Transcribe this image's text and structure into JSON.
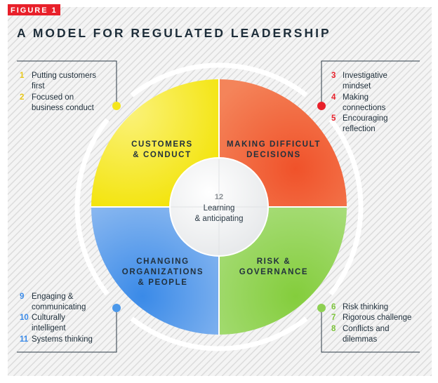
{
  "figure_label": "FIGURE 1",
  "title": "A MODEL FOR REGULATED LEADERSHIP",
  "colors": {
    "yellow": "#f5e61e",
    "red": "#ee4a2a",
    "green": "#8ed052",
    "blue": "#4b98ea",
    "label_red": "#e8202a",
    "dark": "#1e2e3a"
  },
  "quadrants": {
    "customers": [
      "CUSTOMERS",
      "& CONDUCT"
    ],
    "decisions": [
      "MAKING DIFFICULT",
      "DECISIONS"
    ],
    "changing": [
      "CHANGING",
      "ORGANIZATIONS",
      "& PEOPLE"
    ],
    "risk": [
      "RISK &",
      "GOVERNANCE"
    ]
  },
  "center": {
    "number": "12",
    "line1": "Learning",
    "line2": "& anticipating"
  },
  "groups": {
    "top_left": [
      {
        "num": "1",
        "lines": [
          "Putting customers",
          "first"
        ]
      },
      {
        "num": "2",
        "lines": [
          "Focused on",
          "business conduct"
        ]
      }
    ],
    "top_right": [
      {
        "num": "3",
        "lines": [
          "Investigative",
          "mindset"
        ]
      },
      {
        "num": "4",
        "lines": [
          "Making",
          "connections"
        ]
      },
      {
        "num": "5",
        "lines": [
          "Encouraging",
          "reflection"
        ]
      }
    ],
    "bottom_left": [
      {
        "num": "9",
        "lines": [
          "Engaging &",
          "communicating"
        ]
      },
      {
        "num": "10",
        "lines": [
          "Culturally",
          "intelligent"
        ]
      },
      {
        "num": "11",
        "lines": [
          "Systems thinking"
        ]
      }
    ],
    "bottom_right": [
      {
        "num": "6",
        "lines": [
          "Risk thinking"
        ]
      },
      {
        "num": "7",
        "lines": [
          "Rigorous challenge"
        ]
      },
      {
        "num": "8",
        "lines": [
          "Conflicts and",
          "dilemmas"
        ]
      }
    ]
  }
}
